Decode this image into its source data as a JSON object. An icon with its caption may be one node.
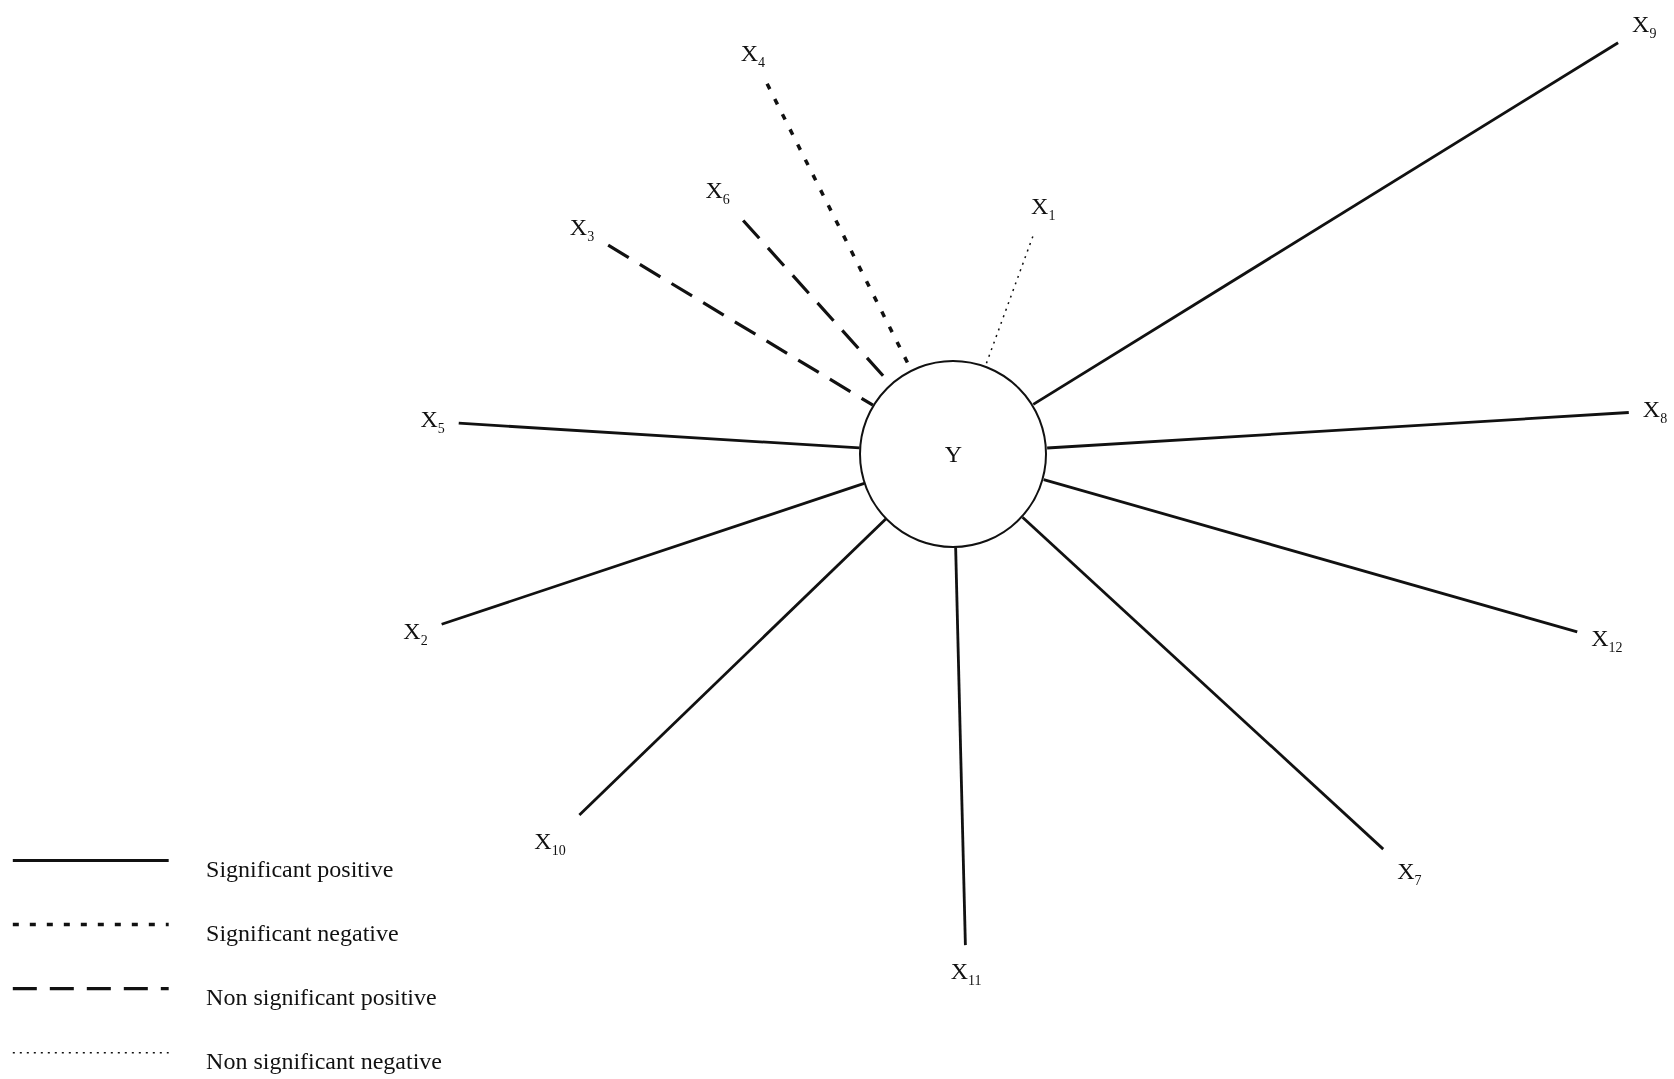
{
  "diagram": {
    "nodes": [
      {
        "text": [
          "Y"
        ]
      },
      {
        "text": [
          "X$_{1}$"
        ]
      },
      {
        "text": [
          "X$_{2}$"
        ]
      },
      {
        "text": [
          "X$_{3}$"
        ]
      },
      {
        "text": [
          "X$_{4}$"
        ]
      },
      {
        "text": [
          "X$_{5}$"
        ]
      },
      {
        "text": [
          "X$_{6}$"
        ]
      },
      {
        "text": [
          "X$_{7}$"
        ]
      },
      {
        "text": [
          "X$_{8}$"
        ]
      },
      {
        "text": [
          "X$_{9}$"
        ]
      },
      {
        "text": [
          "X$_{10}$"
        ]
      },
      {
        "text": [
          "X$_{11}$"
        ]
      },
      {
        "text": [
          "X$_{12}$"
        ]
      }
    ],
    "edges": [
      {
        "from": 1,
        "to": 0,
        "arrow": "none",
        "style": "dashed"
      },
      {
        "from": 2,
        "to": 0,
        "arrow": "none"
      },
      {
        "from": 3,
        "to": 0,
        "arrow": "none",
        "style": "dashed"
      },
      {
        "from": 4,
        "to": 0,
        "arrow": "none",
        "style": "dashed"
      },
      {
        "from": 5,
        "to": 0,
        "arrow": "none"
      },
      {
        "from": 6,
        "to": 0,
        "arrow": "none",
        "style": "dashed"
      },
      {
        "from": 7,
        "to": 0,
        "arrow": "none"
      },
      {
        "from": 8,
        "to": 0,
        "arrow": "none"
      },
      {
        "from": 9,
        "to": 0,
        "arrow": "none"
      },
      {
        "from": 10,
        "to": 0,
        "arrow": "none"
      },
      {
        "from": 11,
        "to": 0,
        "arrow": "none"
      },
      {
        "from": 12,
        "to": 0,
        "arrow": "none"
      }
    ],
    "legend": [
      {
        "text": "Significant positive"
      },
      {
        "text": "Significant negative"
      },
      {
        "text": "Non significant positive"
      },
      {
        "text": "Non significant negative"
      }
    ]
  }
}
